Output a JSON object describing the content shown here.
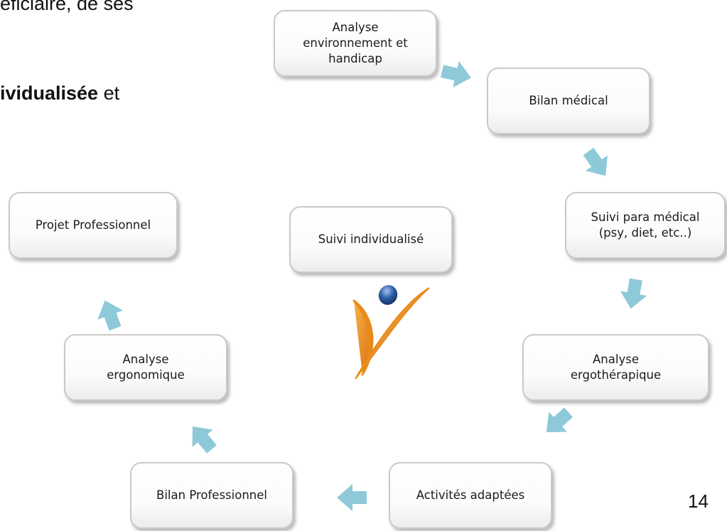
{
  "slide": {
    "text_line_1": "éficiaire, de ses",
    "text_line_2_bold": "ividualisée",
    "text_line_2_rest": " et",
    "page_number": "14"
  },
  "cycle": {
    "center_label": "Suivi individualisé",
    "steps": [
      "Analyse\nenvironnement et\nhandicap",
      "Bilan médical",
      "Suivi  para médical\n(psy, diet, etc..)",
      "Analyse\nergothérapique",
      "Activités adaptées",
      "Bilan Professionnel",
      "Analyse\nergonomique",
      "Projet Professionnel"
    ]
  },
  "colors": {
    "arrow": "#8ec9d9",
    "logo_orange": "#e98a1a",
    "logo_dot": "#2c5aa0"
  }
}
